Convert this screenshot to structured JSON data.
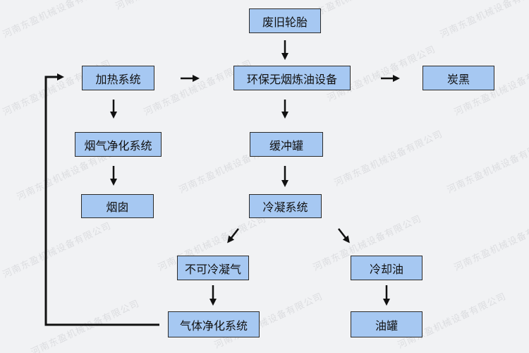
{
  "watermark": "河南东盈机械设备有限公司",
  "colors": {
    "node_fill": "#a6c8f2",
    "node_border": "#2b2b2b",
    "arrow": "#111111",
    "background": "#f1f2f4"
  },
  "nodes": {
    "tire": "废旧轮胎",
    "heating": "加热系统",
    "refining": "环保无烟炼油设备",
    "carbon_black": "炭黑",
    "smoke_purify": "烟气净化系统",
    "buffer_tank": "缓冲罐",
    "chimney": "烟囱",
    "condensing": "冷凝系统",
    "noncondensable_gas": "不可冷凝气",
    "cooling_oil": "冷却油",
    "gas_purify": "气体净化系统",
    "oil_tank": "油罐"
  }
}
